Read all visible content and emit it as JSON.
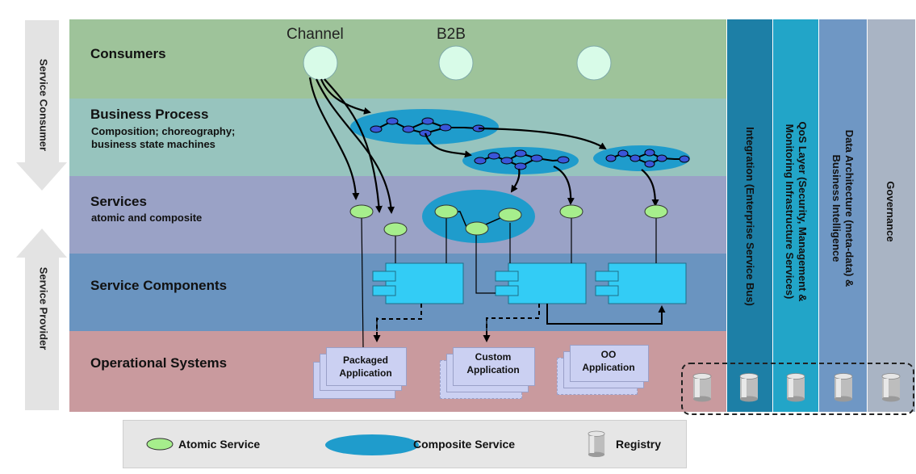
{
  "side": {
    "consumer_label": "Service Consumer",
    "provider_label": "Service Provider"
  },
  "channels": {
    "channel": "Channel",
    "b2b": "B2B"
  },
  "layers": {
    "consumers": {
      "title": "Consumers",
      "color": "#9ec39a"
    },
    "business_process": {
      "title": "Business Process",
      "subtitle_line1": "Composition; choreography;",
      "subtitle_line2": "business state machines",
      "color": "#97c4be"
    },
    "services": {
      "title": "Services",
      "subtitle": "atomic and composite",
      "color": "#9aa2c6"
    },
    "service_components": {
      "title": "Service Components",
      "color": "#6a94c0"
    },
    "operational_systems": {
      "title": "Operational Systems",
      "color": "#c99a9e"
    }
  },
  "columns": {
    "integration": {
      "label": "Integration (Enterprise Service Bus)",
      "color": "#1d7fa6"
    },
    "qos": {
      "label_line1": "QoS Layer (Security, Management &",
      "label_line2": "Monitoring Infrastructure Services)",
      "color": "#22a5c8"
    },
    "data_architecture": {
      "label_line1": "Data Architecture (meta-data) &",
      "label_line2": "Business Intelligence",
      "color": "#6f97c4"
    },
    "governance": {
      "label": "Governance",
      "color": "#a9b4c4"
    }
  },
  "applications": {
    "packaged": {
      "line1": "Packaged",
      "line2": "Application"
    },
    "custom": {
      "line1": "Custom",
      "line2": "Application"
    },
    "oo": {
      "line1": "OO",
      "line2": "Application"
    }
  },
  "legend": {
    "atomic": "Atomic Service",
    "composite": "Composite Service",
    "registry": "Registry"
  },
  "colors": {
    "atomic_service": "#a6ee8c",
    "composite_service": "#1f9ccc",
    "service_component": "#33ccf5",
    "consumer_node": "#d8fbe8"
  }
}
